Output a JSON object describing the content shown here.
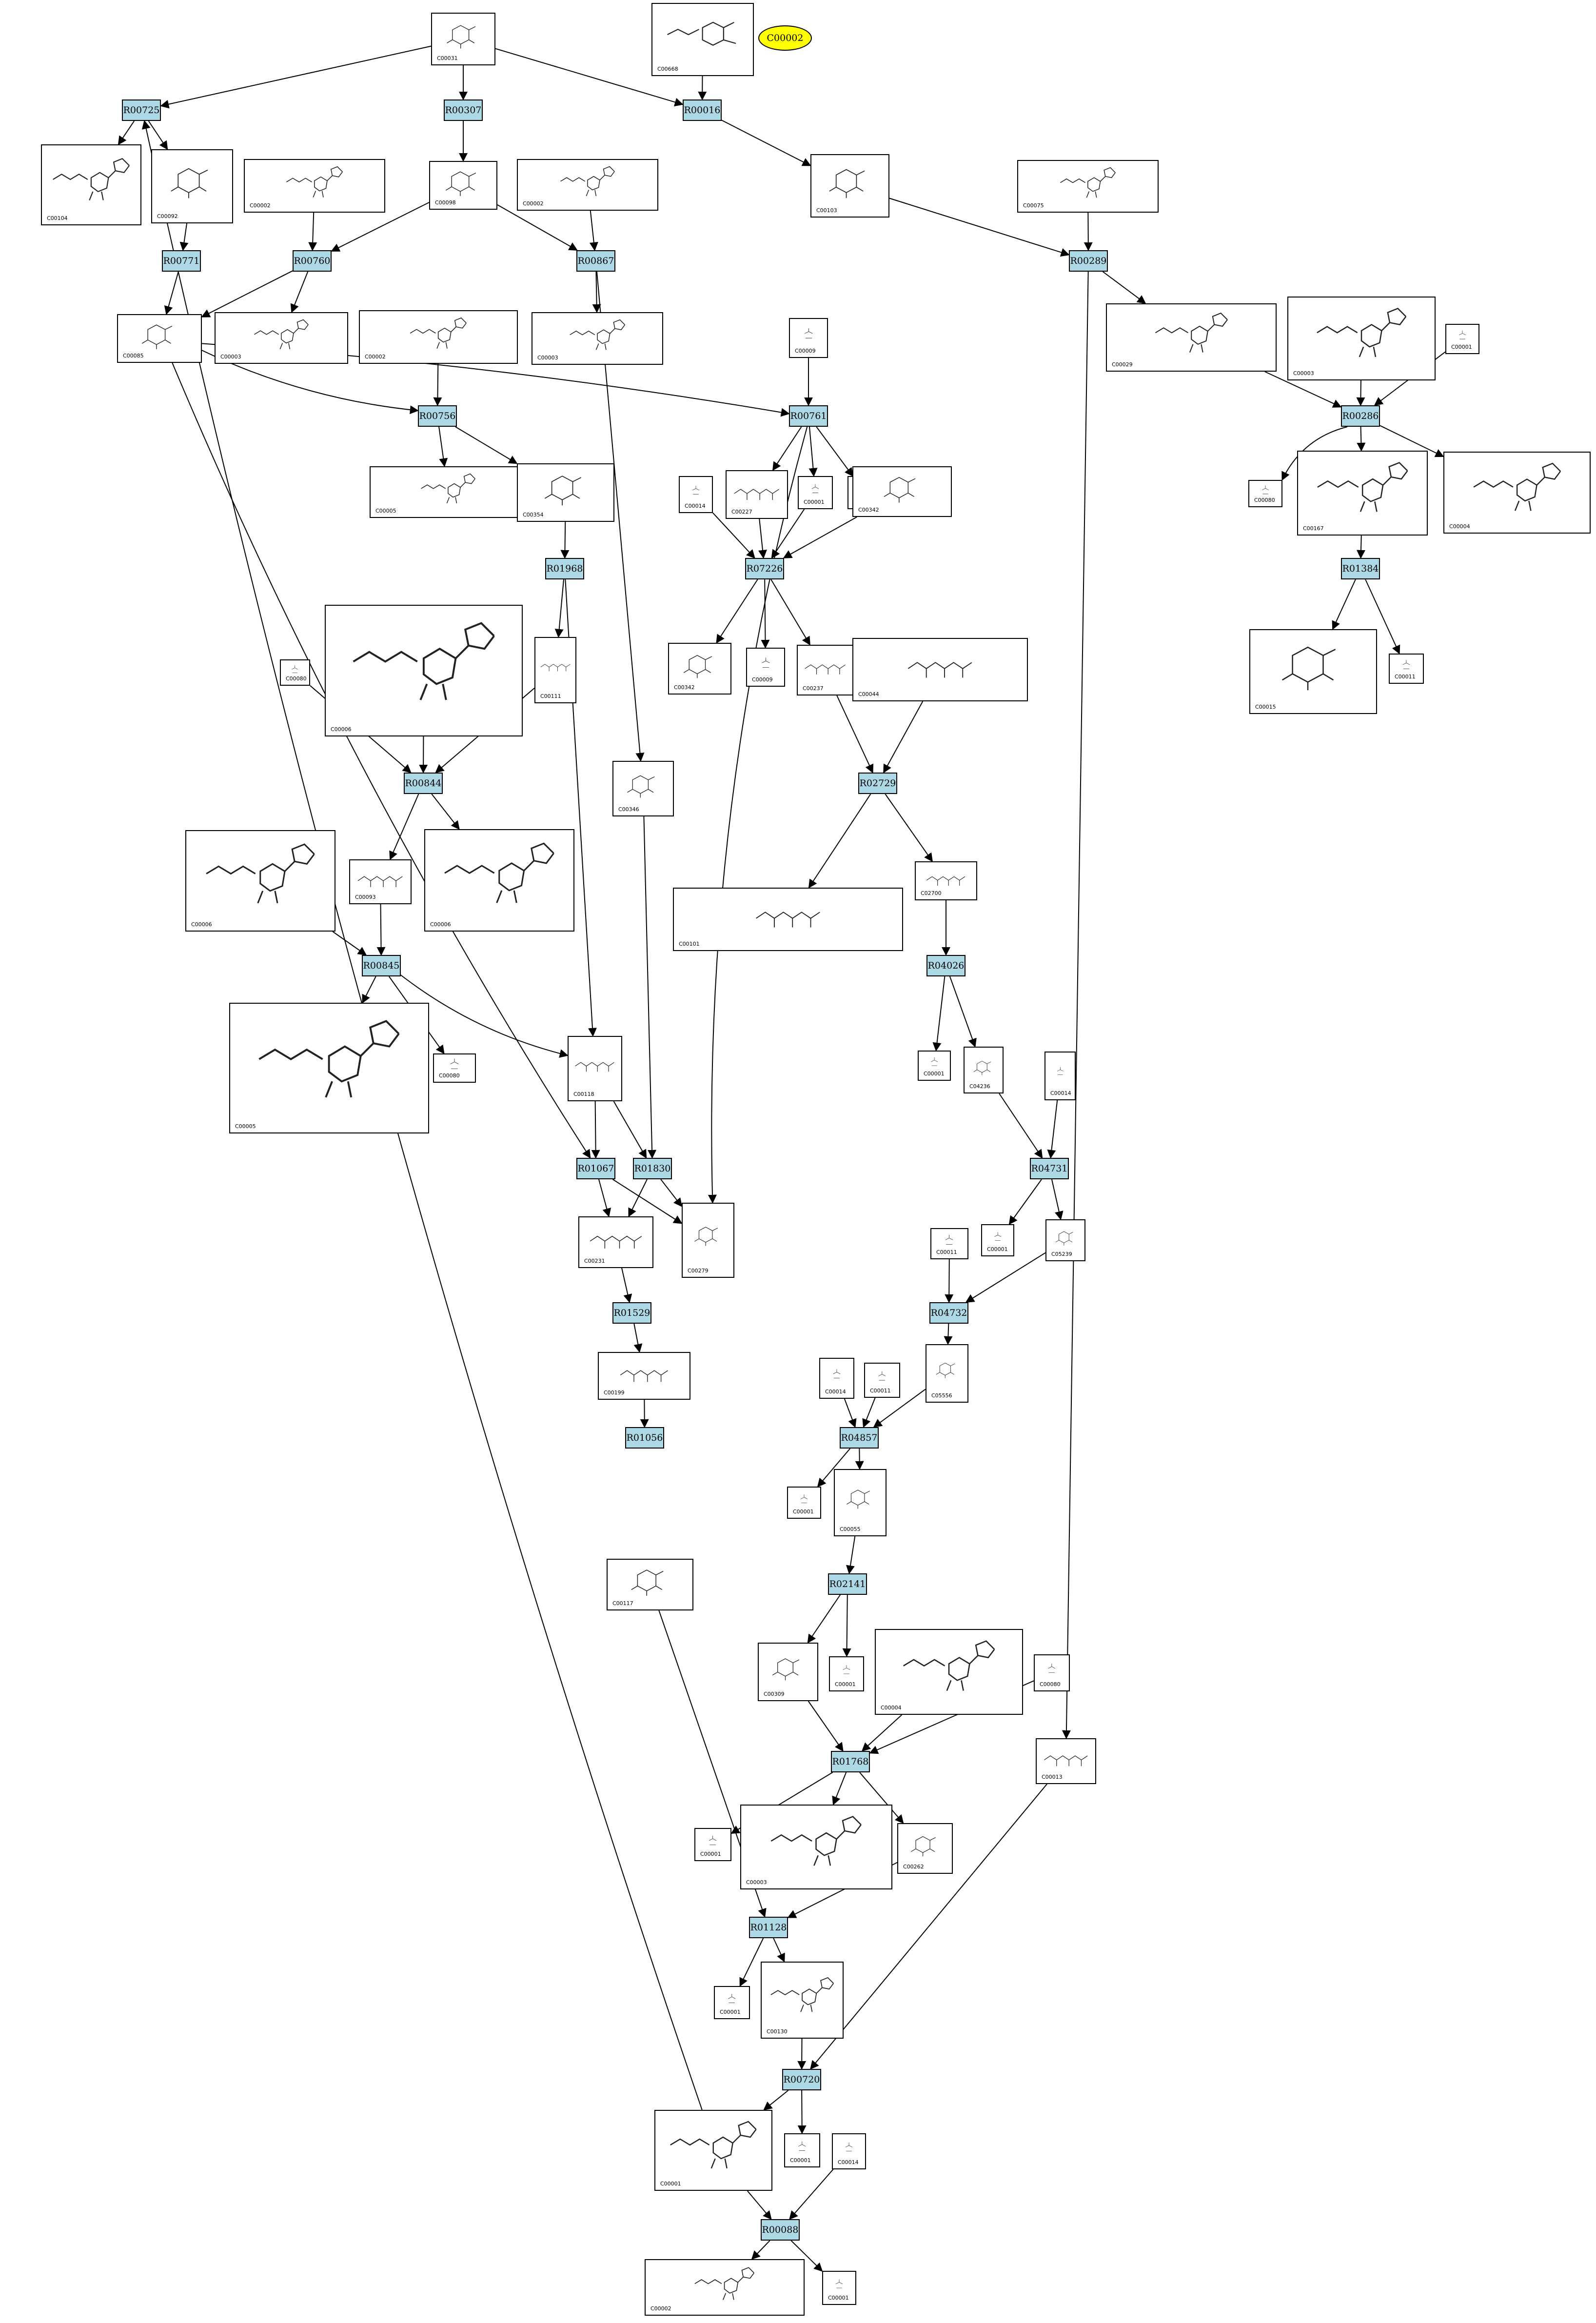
{
  "diagram": {
    "highlight": {
      "id": "C00002",
      "color": "#ffff00"
    },
    "reaction_color": "#add8e6",
    "reactions": [
      "R00725",
      "R00307",
      "R00016",
      "R00771",
      "R00760",
      "R00867",
      "R00289",
      "R00756",
      "R00761",
      "R00286",
      "R01968",
      "R07226",
      "R01384",
      "R00844",
      "R02729",
      "R00845",
      "R04026",
      "R01067",
      "R01830",
      "R04731",
      "R01529",
      "R04732",
      "R01056",
      "R04857",
      "R02141",
      "R01768",
      "R01128",
      "R00720",
      "R00088"
    ],
    "compounds": [
      "C00031",
      "C00668",
      "C00104",
      "C00092",
      "C00002",
      "C00098",
      "C00002",
      "C00103",
      "C00075",
      "C00085",
      "C00003",
      "C00002",
      "C00003",
      "C00009",
      "C00029",
      "C00003",
      "C00001",
      "C00005",
      "C00354",
      "C00014",
      "C00227",
      "C00001",
      "C00001",
      "C00342",
      "C00080",
      "C00167",
      "C00004",
      "C00006",
      "C00111",
      "C00342",
      "C00009",
      "C00237",
      "C00044",
      "C00080",
      "C00015",
      "C00011",
      "C00346",
      "C00093",
      "C00006",
      "C00006",
      "C00101",
      "C02700",
      "C00005",
      "C00080",
      "C00118",
      "C00001",
      "C04236",
      "C00014",
      "C00231",
      "C00279",
      "C00001",
      "C05239",
      "C00011",
      "C00199",
      "C00014",
      "C00011",
      "C05556",
      "C00001",
      "C00055",
      "C00117",
      "C00004",
      "C00080",
      "C00309",
      "C00001",
      "C00013",
      "C00001",
      "C00003",
      "C00262",
      "C00001",
      "C00130",
      "C00001",
      "C00014",
      "C00001",
      "C00002",
      "C00001"
    ]
  }
}
